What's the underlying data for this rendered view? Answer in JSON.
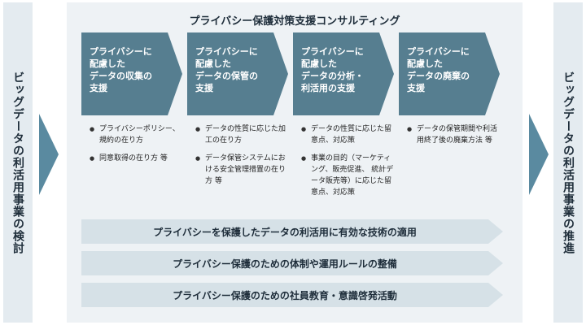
{
  "left_label": "ビッグデータの利活用事業の検討",
  "right_label": "ビッグデータの利活用事業の推進",
  "panel_title": "プライバシー保護対策支援コンサルティング",
  "steps": [
    {
      "lines": [
        "プライバシーに",
        "配慮した",
        "データの収集の",
        "支援"
      ],
      "bullets": [
        "プライバシーポリシー、規約の在り方",
        "同意取得の在り方 等"
      ]
    },
    {
      "lines": [
        "プライバシーに",
        "配慮した",
        "データの保管の",
        "支援"
      ],
      "bullets": [
        "データの性質に応じた加工の在り方",
        "データ保管システムにおける安全管理措置の在り方 等"
      ]
    },
    {
      "lines": [
        "プライバシーに",
        "配慮した",
        "データの分析・",
        "利活用の支援"
      ],
      "bullets": [
        "データの性質に応じた留意点、対応策",
        "事業の目的（マーケティング、販売促進、 統計データ販売等）に応じた留意点、対応策"
      ]
    },
    {
      "lines": [
        "プライバシーに",
        "配慮した",
        "データの廃棄の",
        "支援"
      ],
      "bullets": [
        "データの保管期間や利活用終了後の廃棄方法 等"
      ]
    }
  ],
  "bands": [
    "プライバシーを保護したデータの利活用に有効な技術の適用",
    "プライバシー保護のための体制や運用ルールの整備",
    "プライバシー保護のための社員教育・意識啓発活動"
  ],
  "colors": {
    "step_fill": "#567e90",
    "band_fill": "#d6e1e7",
    "side_fill": "#e4ebf0",
    "arrow_fill": "#5a8aa0"
  }
}
